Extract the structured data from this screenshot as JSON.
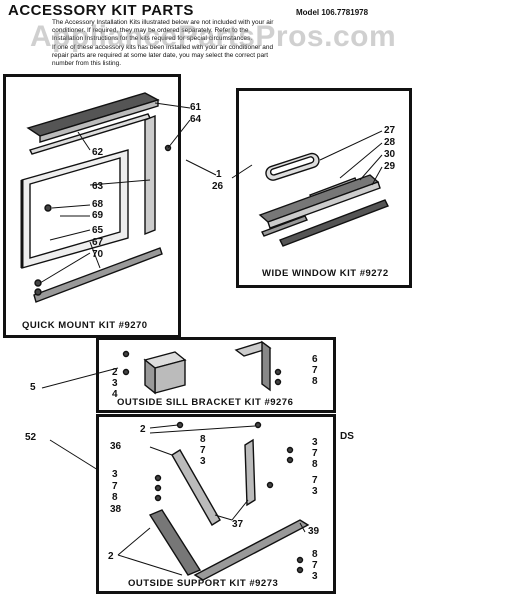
{
  "header": {
    "title": "ACCESSORY KIT PARTS",
    "model": "Model 106.7781978",
    "intro": "The Accessory Installation Kits illustrated below are not included with your air\nconditioner. If required, they may be ordered separately. Refer to the\nInstallation Instructions for the kits required for special circumstances.\nIf one of these accessory kits has been installed with your air conditioner and\nrepair parts are required at some later date, you may select the correct part\nnumber from this listing.",
    "watermark": "AppliancePartsPros.com"
  },
  "kits": {
    "quick_mount": {
      "label": "QUICK MOUNT KIT #9270",
      "callouts": [
        "61",
        "64",
        "62",
        "63",
        "68",
        "69",
        "65",
        "67",
        "70"
      ]
    },
    "wide_window": {
      "label": "WIDE WINDOW KIT #9272",
      "callouts": [
        "27",
        "28",
        "30",
        "29"
      ]
    },
    "outside_sill": {
      "label": "OUTSIDE SILL BRACKET KIT #9276",
      "callouts_left": [
        "2",
        "3",
        "4"
      ],
      "callouts_right": [
        "6",
        "7",
        "8"
      ]
    },
    "outside_support": {
      "label": "OUTSIDE SUPPORT KIT #9273",
      "callouts": [
        "2",
        "36",
        "8",
        "7",
        "3",
        "3",
        "7",
        "8",
        "38",
        "37",
        "3",
        "7",
        "8",
        "7",
        "3",
        "39",
        "2",
        "8",
        "7",
        "3"
      ]
    }
  },
  "outer_callouts": {
    "kit_1": "1",
    "kit_26": "26",
    "kit_5": "5",
    "kit_52": "52",
    "ds": "DS"
  }
}
